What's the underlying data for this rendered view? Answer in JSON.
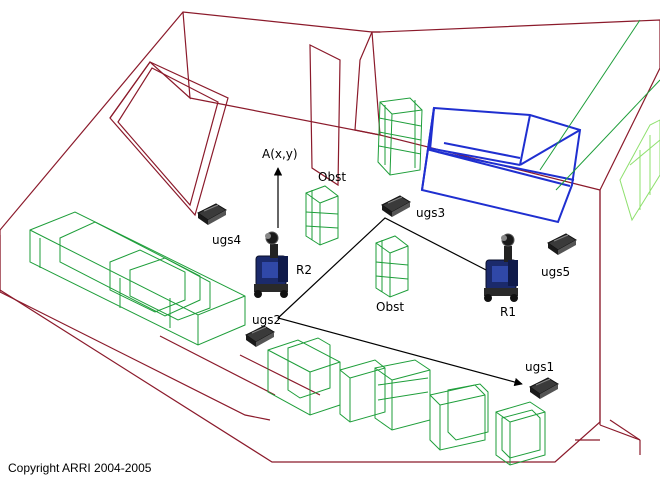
{
  "labels": {
    "target": "A(x,y)",
    "obst_top": "Obst",
    "obst_mid": "Obst",
    "robot_1": "R1",
    "robot_2": "R2",
    "ugs1": "ugs1",
    "ugs2": "ugs2",
    "ugs3": "ugs3",
    "ugs4": "ugs4",
    "ugs5": "ugs5"
  },
  "copyright": "Copyright ARRI 2004-2005",
  "colors": {
    "walls": "#8b1a2b",
    "obstacles": "#1e9e3a",
    "highlighted_box": "#1f2fd0",
    "path": "#000000"
  }
}
